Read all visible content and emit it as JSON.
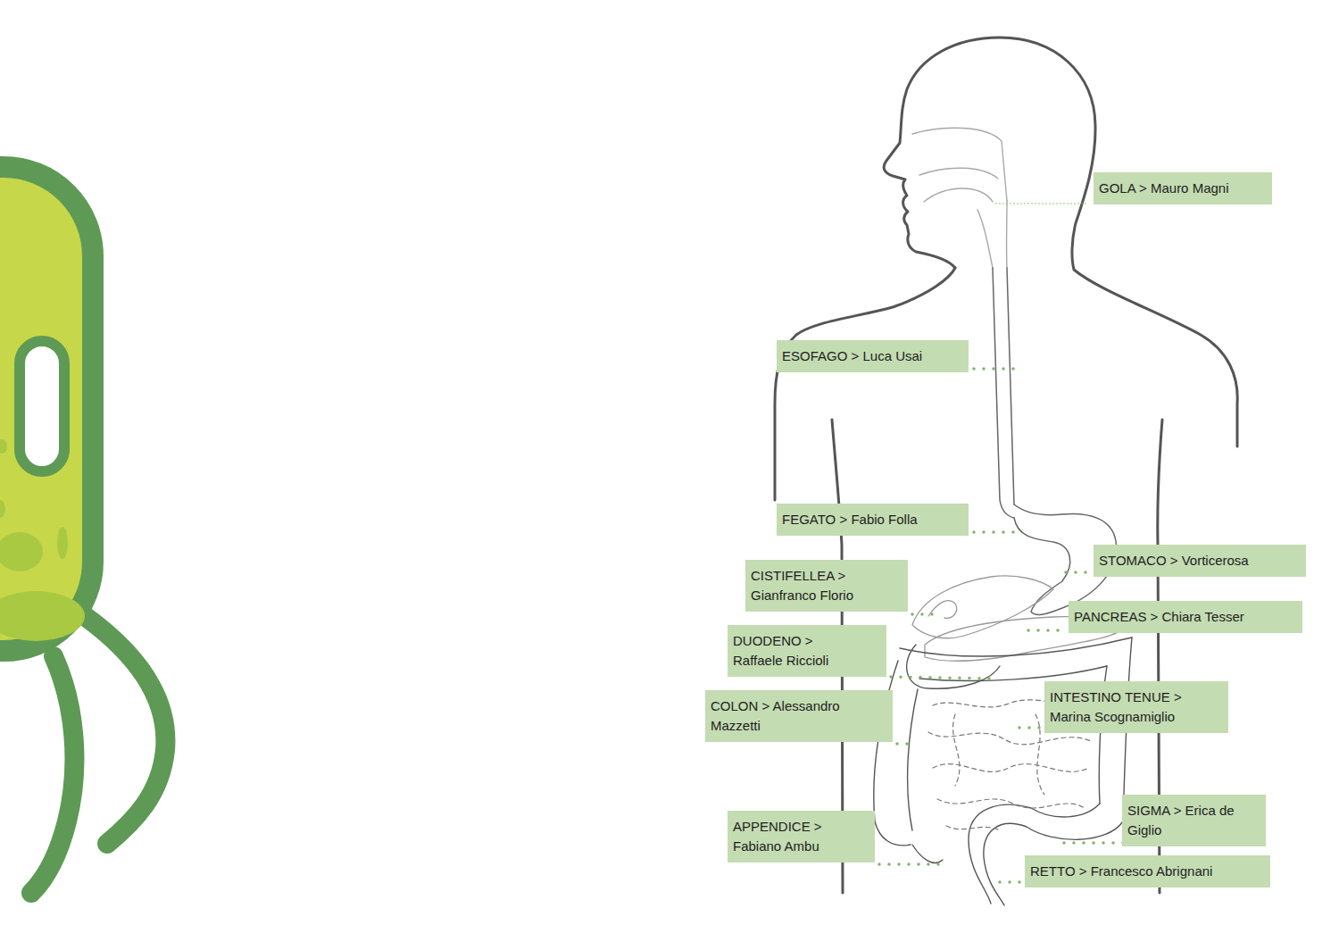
{
  "diagram": {
    "nodes": [
      {
        "text": [
          "GOLA > Mauro Magni"
        ]
      },
      {
        "text": [
          "ESOFAGO > Luca Usai"
        ]
      },
      {
        "text": [
          "FEGATO > Fabio Folla"
        ]
      },
      {
        "text": [
          "STOMACO > Vorticerosa"
        ]
      },
      {
        "text": [
          "CISTIFELLEA > Gianfranco Florio"
        ]
      },
      {
        "text": [
          "PANCREAS > Chiara Tesser"
        ]
      },
      {
        "text": [
          "DUODENO > Raffaele Riccioli"
        ]
      },
      {
        "text": [
          "INTESTINO TENUE > Marina Scognamiglio"
        ]
      },
      {
        "text": [
          "COLON > Alessandro Mazzetti"
        ]
      },
      {
        "text": [
          "SIGMA > Erica de Giglio"
        ]
      },
      {
        "text": [
          "APPENDICE > Fabiano Ambu"
        ]
      },
      {
        "text": [
          "RETTO > Francesco Abrignani"
        ]
      }
    ]
  }
}
